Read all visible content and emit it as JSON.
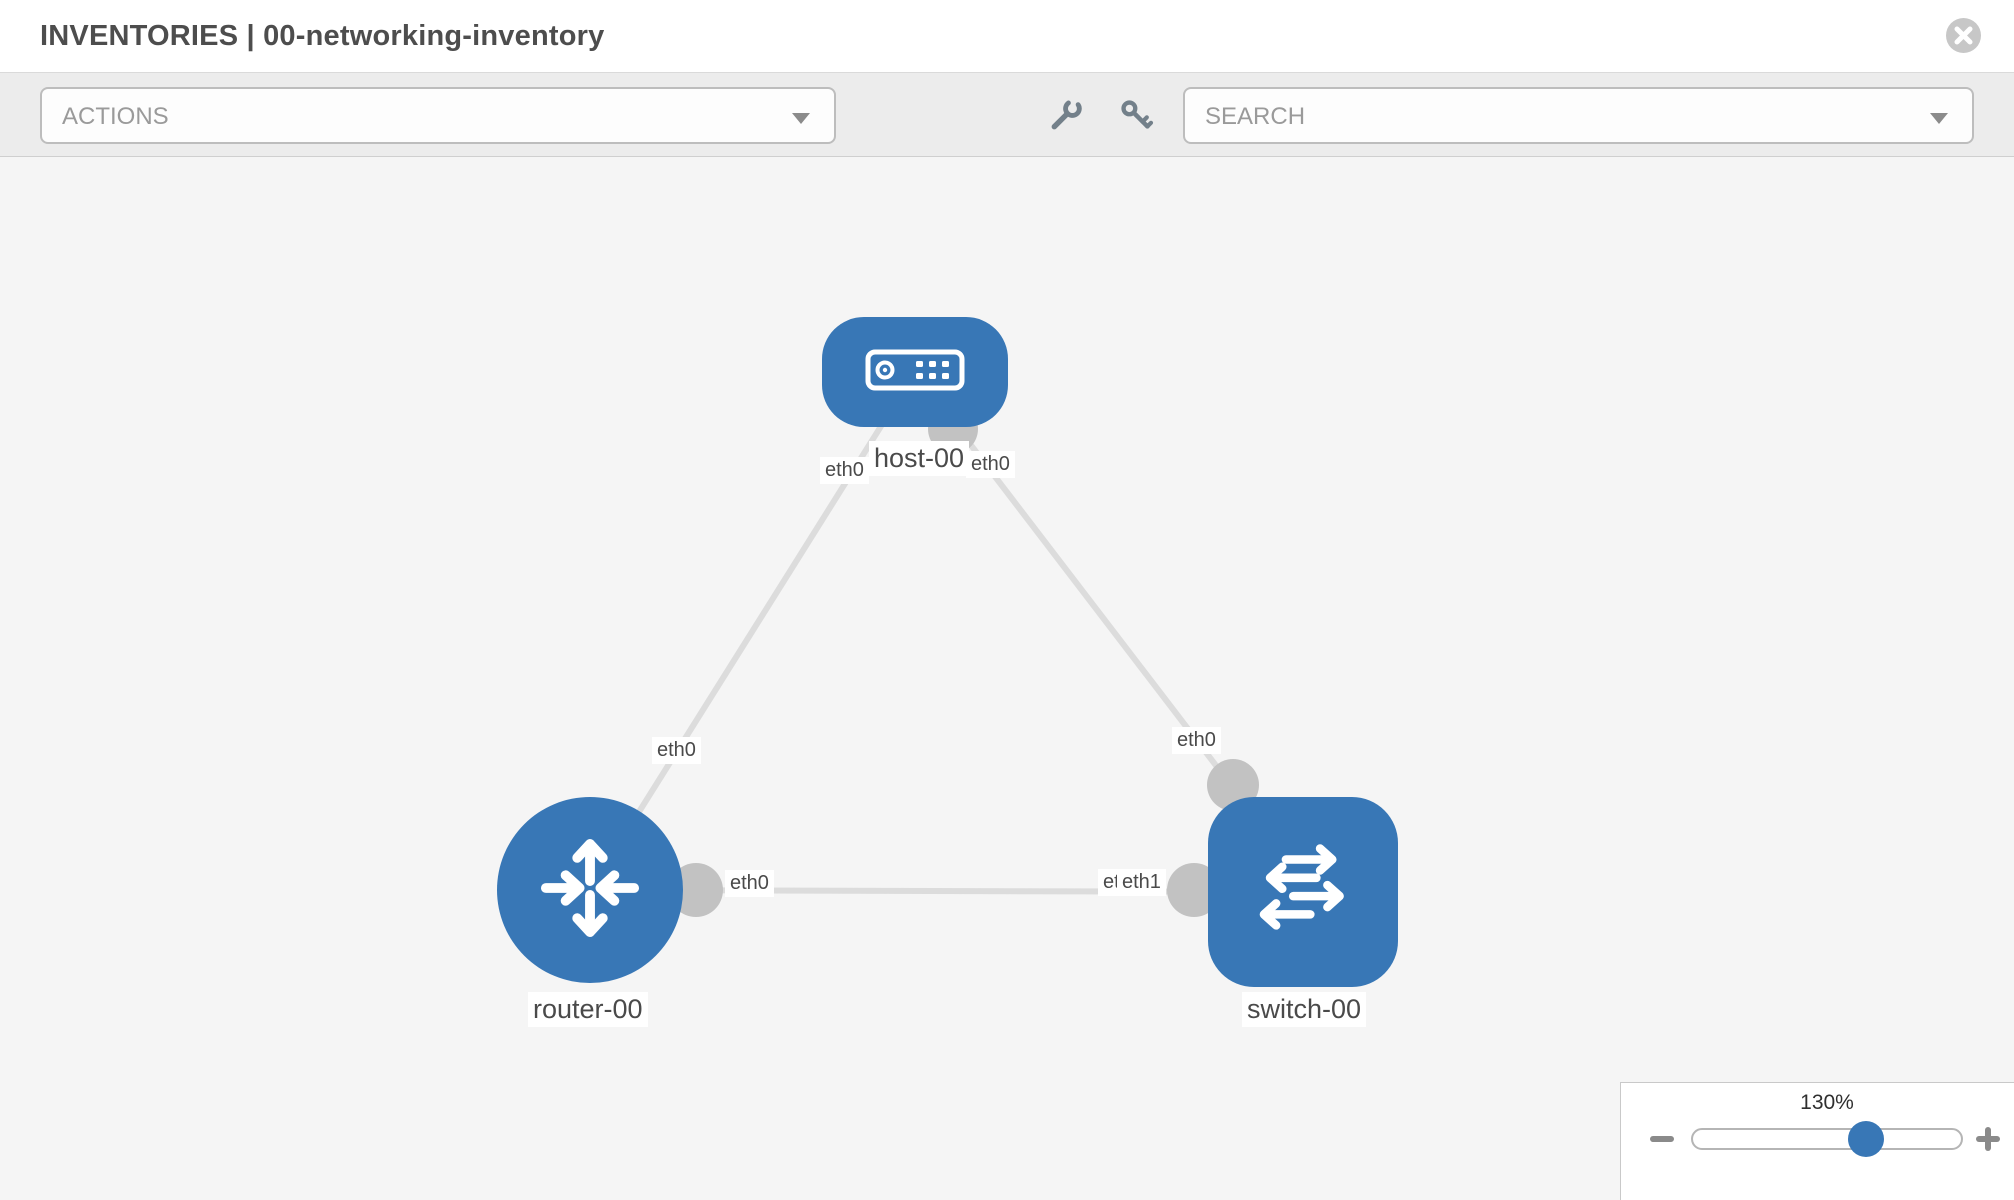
{
  "header": {
    "title": "INVENTORIES | 00-networking-inventory",
    "close_icon": "circle-x-icon"
  },
  "toolbar": {
    "actions_label": "ACTIONS",
    "search_placeholder": "SEARCH",
    "icons": [
      "wrench-icon",
      "key-icon"
    ]
  },
  "topology": {
    "nodes": [
      {
        "label": "host-00",
        "type": "host",
        "icon": "server-icon"
      },
      {
        "label": "router-00",
        "type": "router",
        "icon": "router-arrows-icon"
      },
      {
        "label": "switch-00",
        "type": "switch",
        "icon": "switch-arrows-icon"
      }
    ],
    "links": [
      {
        "from": "host-00",
        "to": "router-00"
      },
      {
        "from": "host-00",
        "to": "switch-00"
      },
      {
        "from": "router-00",
        "to": "switch-00"
      }
    ],
    "interface_chips": [
      {
        "text": "eth0",
        "position": "host-left"
      },
      {
        "text": "eth0",
        "position": "host-right"
      },
      {
        "text": "eth0",
        "position": "router-top"
      },
      {
        "text": "eth0",
        "position": "router-right"
      },
      {
        "text": "eth0",
        "position": "switch-top"
      },
      {
        "text": "eth0",
        "position": "switch-left-under"
      },
      {
        "text": "eth1",
        "position": "switch-left"
      }
    ]
  },
  "zoom_control": {
    "level": "130%",
    "minus_icon": "minus-icon",
    "plus_icon": "plus-icon"
  },
  "colors": {
    "node_blue": "#3877b6",
    "link_gray": "#dcdcdc",
    "connector_gray": "#c2c2c2",
    "canvas_bg": "#f5f5f5",
    "toolbar_bg": "#ececec",
    "title_text": "#4d4d4d"
  }
}
